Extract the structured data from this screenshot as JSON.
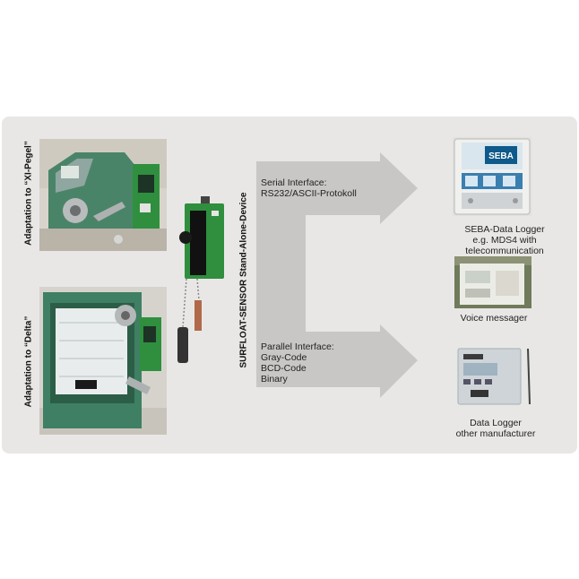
{
  "left_labels": {
    "xi_pegel": "Adaptation to “XI-Pegel”",
    "delta": "Adaptation to “Delta”"
  },
  "device_label": "SURFLOAT-SENSOR Stand-Alone-Device",
  "serial_interface": {
    "title": "Serial Interface:",
    "line1": "RS232/ASCII-Protokoll"
  },
  "parallel_interface": {
    "title": "Parallel Interface:",
    "lines": [
      "Gray-Code",
      "BCD-Code",
      "Binary"
    ]
  },
  "targets": {
    "seba_logger": {
      "line1": "SEBA-Data Logger",
      "line2": "e.g. MDS4 with telecommunication"
    },
    "voice": {
      "line1": "Voice messager"
    },
    "other_logger": {
      "line1": "Data Logger",
      "line2": "other manufacturer"
    }
  },
  "logger_brand": "SEBA",
  "colors": {
    "panel": "#e9e7e6",
    "arrow": "#c9c7c6",
    "device_green": "#3f7f5e",
    "sensor_green": "#2e8a3c"
  }
}
